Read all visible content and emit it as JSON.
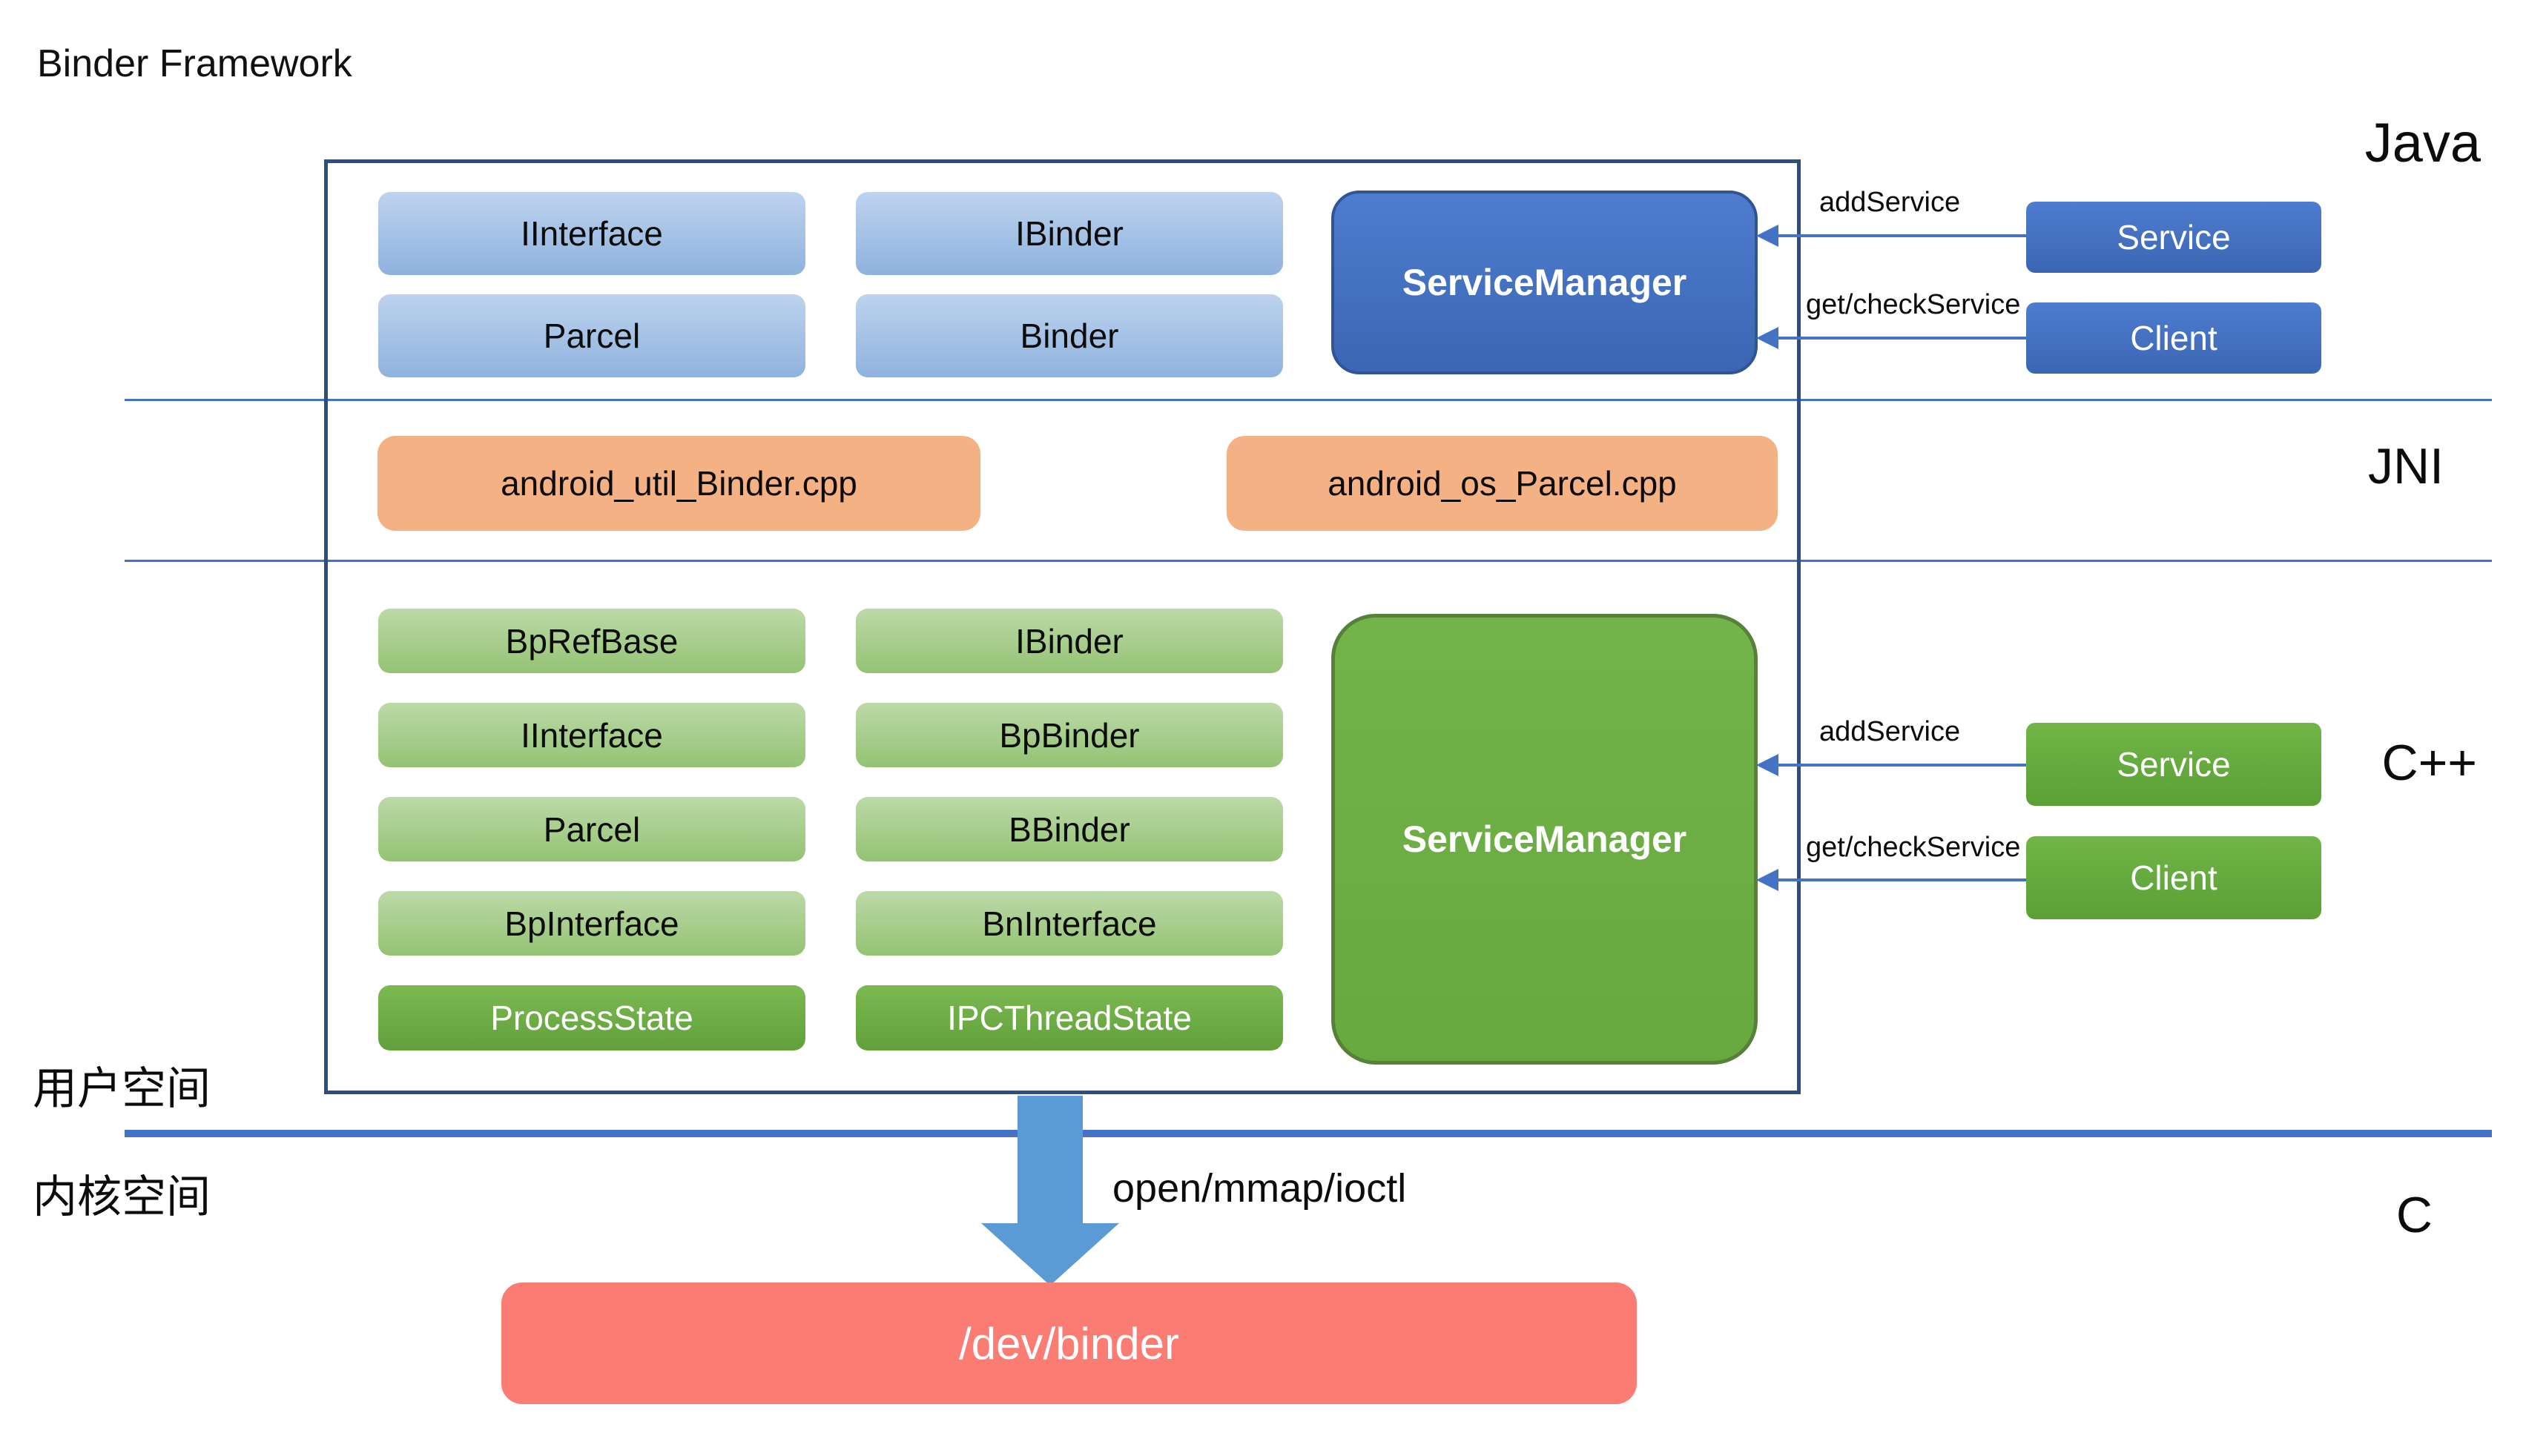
{
  "title": "Binder Framework",
  "tier_labels": {
    "java": "Java",
    "jni": "JNI",
    "cpp": "C++",
    "c": "C"
  },
  "space_labels": {
    "user": "用户空间",
    "kernel": "内核空间"
  },
  "java_layer": {
    "blocks": [
      "IInterface",
      "IBinder",
      "Parcel",
      "Binder"
    ],
    "service_manager": "ServiceManager",
    "service": "Service",
    "client": "Client",
    "arrow_add": "addService",
    "arrow_get": "get/checkService"
  },
  "jni_layer": {
    "blocks": [
      "android_util_Binder.cpp",
      "android_os_Parcel.cpp"
    ]
  },
  "cpp_layer": {
    "blocks_col1": [
      "BpRefBase",
      "IInterface",
      "Parcel",
      "BpInterface"
    ],
    "blocks_col2": [
      "IBinder",
      "BpBinder",
      "BBinder",
      "BnInterface"
    ],
    "state_blocks": [
      "ProcessState",
      "IPCThreadState"
    ],
    "service_manager": "ServiceManager",
    "service": "Service",
    "client": "Client",
    "arrow_add": "addService",
    "arrow_get": "get/checkService"
  },
  "kernel_layer": {
    "syscall_label": "open/mmap/ioctl",
    "device": "/dev/binder"
  },
  "colors": {
    "java_block_light": "#9DC3E6",
    "java_accent": "#4472C4",
    "jni_block": "#F4B183",
    "cpp_block_light": "#A9D18E",
    "cpp_accent": "#70AD47",
    "kernel_device": "#FA7C73",
    "divider": "#4472C4",
    "frame_border": "#2C4E80",
    "big_arrow": "#5B9BD5"
  }
}
